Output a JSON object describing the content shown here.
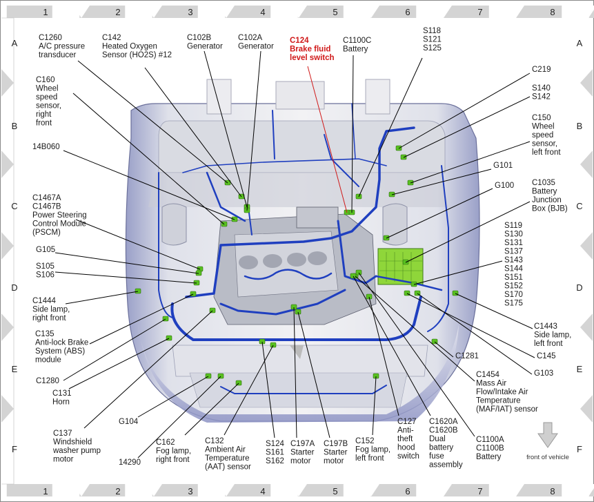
{
  "grid": {
    "columns": [
      "1",
      "2",
      "3",
      "4",
      "5",
      "6",
      "7",
      "8"
    ],
    "rows": [
      "A",
      "B",
      "C",
      "D",
      "E",
      "F"
    ]
  },
  "colors": {
    "harness": "#1f3fbf",
    "connector": "#58c020",
    "callout_line": "#000000",
    "highlight": "#d01818",
    "bjb": "#8fd63a"
  },
  "callouts": {
    "c1260": [
      "C1260",
      "A/C pressure",
      "transducer"
    ],
    "c142": [
      "C142",
      "Heated Oxygen",
      "Sensor (HO2S) #12"
    ],
    "c102b": [
      "C102B",
      "Generator"
    ],
    "c102a": [
      "C102A",
      "Generator"
    ],
    "c124": [
      "C124",
      "Brake fluid",
      "level switch"
    ],
    "c1100c": [
      "C1100C",
      "Battery"
    ],
    "s118": [
      "S118",
      "S121",
      "S125"
    ],
    "c160": [
      "C160",
      "Wheel",
      "speed",
      "sensor,",
      "right",
      "front"
    ],
    "c219": [
      "C219"
    ],
    "s140": [
      "S140",
      "S142"
    ],
    "c150": [
      "C150",
      "Wheel",
      "speed",
      "sensor,",
      "left front"
    ],
    "b14b060": [
      "14B060"
    ],
    "g101": [
      "G101"
    ],
    "g100": [
      "G100"
    ],
    "c1035": [
      "C1035",
      "Battery",
      "Junction",
      "Box (BJB)"
    ],
    "c1467": [
      "C1467A",
      "C1467B",
      "Power Steering",
      "Control Module",
      "(PSCM)"
    ],
    "s119": [
      "S119",
      "S130",
      "S131",
      "S137",
      "S143",
      "S144",
      "S151",
      "S152",
      "S170",
      "S175"
    ],
    "g105": [
      "G105"
    ],
    "s105": [
      "S105",
      "S106"
    ],
    "c1444": [
      "C1444",
      "Side lamp,",
      "right front"
    ],
    "c1443": [
      "C1443",
      "Side lamp,",
      "left front"
    ],
    "c135": [
      "C135",
      "Anti-lock Brake",
      "System (ABS)",
      "module"
    ],
    "c145": [
      "C145"
    ],
    "c1281": [
      "C1281"
    ],
    "c1280": [
      "C1280"
    ],
    "g103": [
      "G103"
    ],
    "c1454": [
      "C1454",
      "Mass Air",
      "Flow/Intake Air",
      "Temperature",
      "(MAF/IAT) sensor"
    ],
    "c131": [
      "C131",
      "Horn"
    ],
    "g104": [
      "G104"
    ],
    "c137": [
      "C137",
      "Windshield",
      "washer pump",
      "motor"
    ],
    "b14290": [
      "14290"
    ],
    "c162": [
      "C162",
      "Fog lamp,",
      "right front"
    ],
    "c132": [
      "C132",
      "Ambient Air",
      "Temperature",
      "(AAT) sensor"
    ],
    "s124": [
      "S124",
      "S161",
      "S162"
    ],
    "c197a": [
      "C197A",
      "Starter",
      "motor"
    ],
    "c197b": [
      "C197B",
      "Starter",
      "motor"
    ],
    "c152": [
      "C152",
      "Fog lamp,",
      "left front"
    ],
    "c127": [
      "C127",
      "Anti-",
      "theft",
      "hood",
      "switch"
    ],
    "c1620": [
      "C1620A",
      "C1620B",
      "Dual",
      "battery",
      "fuse",
      "assembly"
    ],
    "c1100ab": [
      "C1100A",
      "C1100B",
      "Battery"
    ]
  },
  "legend": {
    "front_of_vehicle": "front of vehicle"
  }
}
